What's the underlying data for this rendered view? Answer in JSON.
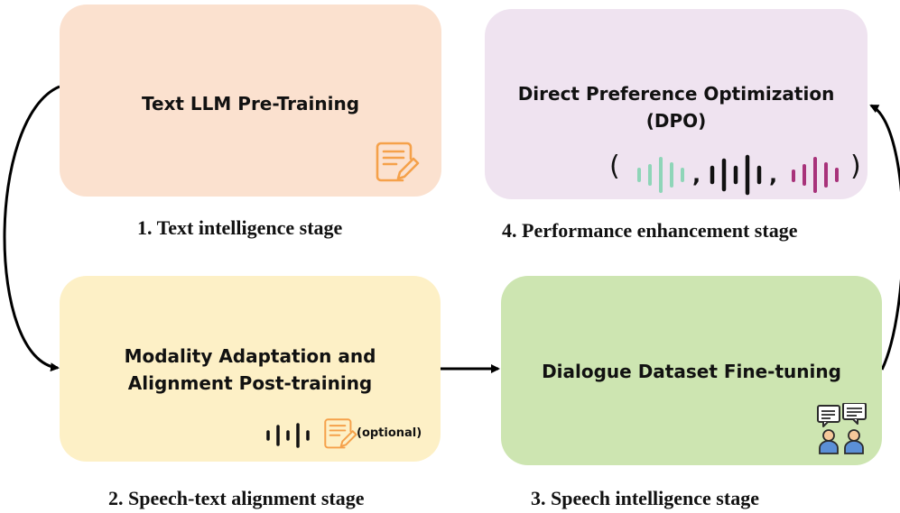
{
  "boxes": {
    "text_llm": {
      "title": "Text LLM Pre-Training",
      "color": "#fbe1cf"
    },
    "modality": {
      "title_line1": "Modality Adaptation and",
      "title_line2": "Alignment Post-training",
      "optional_label": "(optional)",
      "color": "#fdf0c6"
    },
    "dialogue": {
      "title": "Dialogue Dataset Fine-tuning",
      "color": "#cde5b1"
    },
    "dpo": {
      "title_line1": "Direct Preference Optimization",
      "title_line2": "(DPO)",
      "color": "#efe3f0"
    }
  },
  "stages": {
    "s1": "1. Text intelligence stage",
    "s2": "2. Speech-text alignment stage",
    "s3": "3. Speech intelligence stage",
    "s4": "4. Performance enhancement stage"
  },
  "dpo_tuple": {
    "open": "(",
    "close": ")",
    "sep": ","
  },
  "colors": {
    "note_icon": "#f5a14a",
    "wave_green": "#8fd5b8",
    "wave_black": "#111111",
    "wave_purple": "#a8327a",
    "arrow": "#000000"
  },
  "icons": [
    "note-pen-icon",
    "audio-wave-icon",
    "chat-users-icon"
  ]
}
